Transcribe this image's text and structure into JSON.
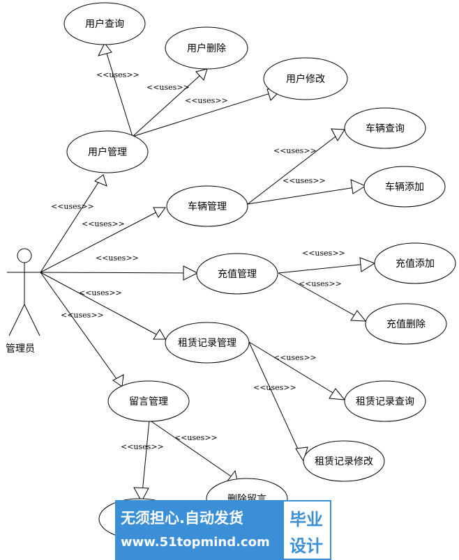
{
  "actor": {
    "label": "管理员"
  },
  "use_cases": {
    "user_mgmt": "用户管理",
    "user_query": "用户查询",
    "user_delete": "用户删除",
    "user_edit": "用户修改",
    "car_mgmt": "车辆管理",
    "car_query": "车辆查询",
    "car_add": "车辆添加",
    "recharge_mgmt": "充值管理",
    "recharge_add": "充值添加",
    "recharge_delete": "充值删除",
    "rental_mgmt": "租赁记录管理",
    "rental_query": "租赁记录查询",
    "rental_edit": "租赁记录修改",
    "msg_mgmt": "留言管理",
    "msg_delete": "删除留言"
  },
  "relation_label": "<<uses>>",
  "watermark": {
    "line1": "无须担心.自动发货",
    "line2": "www.51topmind.com",
    "badge1": "毕业",
    "badge2": "设计"
  }
}
